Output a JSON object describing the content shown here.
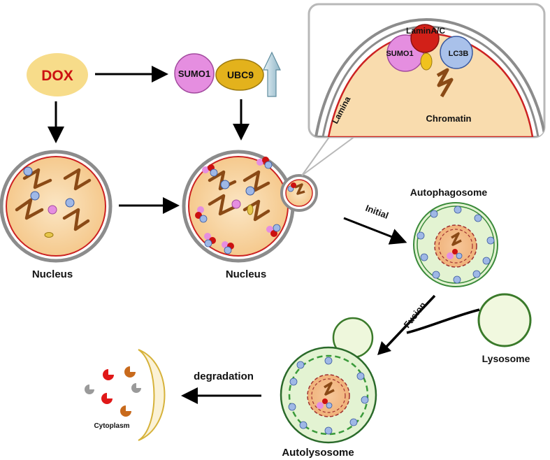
{
  "labels": {
    "dox": "DOX",
    "sumo1": "SUMO1",
    "ubc9": "UBC9",
    "nucleus_left": "Nucleus",
    "nucleus_mid": "Nucleus",
    "lamina_ac": "LaminA/C",
    "inset_sumo1": "SUMO1",
    "lc3b": "LC3B",
    "lamina": "Lamina",
    "chromatin": "Chromatin",
    "autophagosome": "Autophagosome",
    "initial": "Initial",
    "fusion": "Fusion",
    "lysosome": "Lysosome",
    "autolysosome": "Autolysosome",
    "degradation": "degradation",
    "cytoplasm": "Cytoplasm"
  },
  "colors": {
    "dox_fill": "#f7dc8a",
    "dox_text": "#cc1111",
    "sumo_fill": "#e58ee0",
    "ubc9_fill": "#e3b21c",
    "up_arrow": "#bcd7e3",
    "nucleus_fill": "#f9d8a5",
    "envelope_red": "#cc2222",
    "envelope_grey": "#8c8c8c",
    "chromatin": "#8a4a16",
    "blue_dot": "#9fb8e6",
    "pink_dot": "#e58ee0",
    "red_dot": "#cc1010",
    "yellow_dot": "#e6c64a",
    "vesicle_fill": "#e3f3d2",
    "vesicle_border": "#3a8a3a",
    "lysosome_fill": "#f1f8df",
    "cytoplasm_border": "#d6b23a",
    "frag_red": "#e01818",
    "frag_brown": "#c86a1c",
    "frag_grey": "#9a9a9a"
  },
  "icons": [
    "up-arrow-icon",
    "chromatin-icon"
  ]
}
